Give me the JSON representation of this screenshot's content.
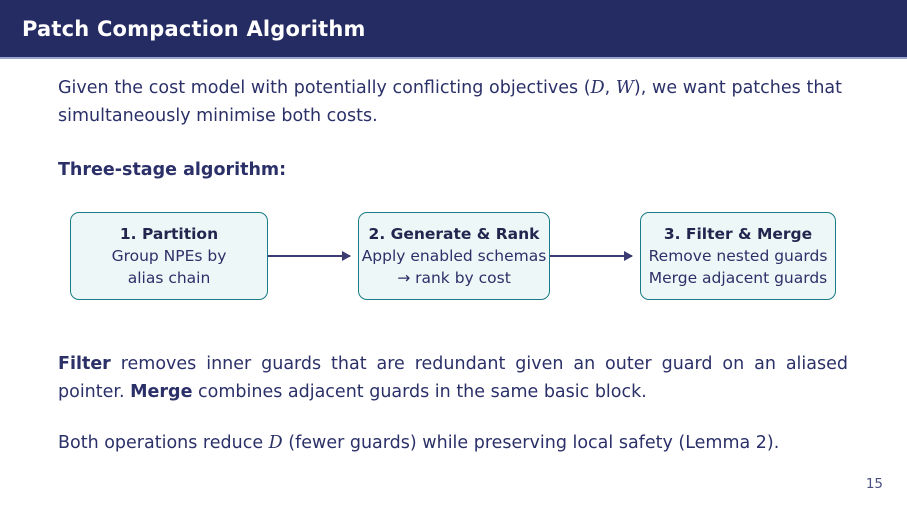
{
  "slide": {
    "title": "Patch Compaction Algorithm",
    "page_number": "15",
    "colors": {
      "header_bg": "#252b63",
      "header_accent": "#9aa5d0",
      "text": "#2b3068",
      "box_border": "#1a7c88",
      "box_fill": "#eef7f7",
      "arrow": "#3a3c72"
    }
  },
  "intro": {
    "part1": "Given the cost model with potentially conflicting objectives (",
    "var_d": "D",
    "comma": ", ",
    "var_w": "W",
    "part2": "), we want patches that simultaneously minimise both costs."
  },
  "section": {
    "heading": "Three-stage algorithm:"
  },
  "flow": {
    "boxes": [
      {
        "title": "1.  Partition",
        "lines": [
          "Group NPEs by",
          "alias chain"
        ]
      },
      {
        "title": "2.  Generate & Rank",
        "lines": [
          "Apply enabled schemas",
          "→ rank by cost"
        ]
      },
      {
        "title": "3.  Filter & Merge",
        "lines": [
          "Remove nested guards",
          "Merge adjacent guards"
        ]
      }
    ],
    "arrows": [
      "arrow-1-to-2",
      "arrow-2-to-3"
    ]
  },
  "lower": {
    "p1_bold1": "Filter",
    "p1_text1": " removes inner guards that are redundant given an outer guard on an aliased pointer.  ",
    "p1_bold2": "Merge",
    "p1_text2": " combines adjacent guards in the same basic block.",
    "p2_text1": "Both operations reduce ",
    "p2_var": "D",
    "p2_text2": " (fewer guards) while preserving local safety (Lemma 2)."
  }
}
